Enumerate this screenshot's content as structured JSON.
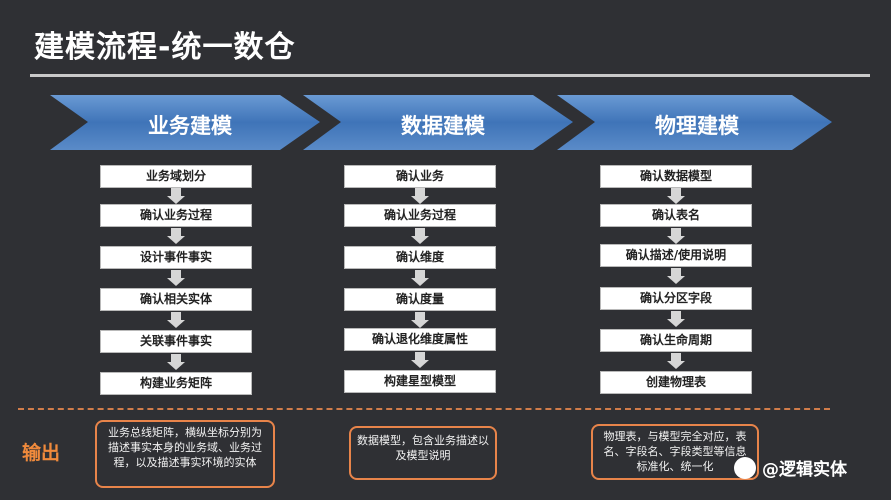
{
  "title": "建模流程-统一数仓",
  "columns": [
    {
      "header": "业务建模",
      "steps": [
        "业务域划分",
        "确认业务过程",
        "设计事件事实",
        "确认相关实体",
        "关联事件事实",
        "构建业务矩阵"
      ],
      "output": "业务总线矩阵，横纵坐标分别为描述事实本身的业务域、业务过程，以及描述事实环境的实体"
    },
    {
      "header": "数据建模",
      "steps": [
        "确认业务",
        "确认业务过程",
        "确认维度",
        "确认度量",
        "确认退化维度属性",
        "构建星型模型"
      ],
      "output": "数据模型，包含业务描述以及模型说明"
    },
    {
      "header": "物理建模",
      "steps": [
        "确认数据模型",
        "确认表名",
        "确认描述/使用说明",
        "确认分区字段",
        "确认生命周期",
        "创建物理表"
      ],
      "output": "物理表，与模型完全对应，表名、字段名、字段类型等信息标准化、统一化"
    }
  ],
  "output_label": "输出",
  "watermark": "@逻辑实体",
  "colors": {
    "background": "#2f3034",
    "chevron": "#4a7fc0",
    "accent": "#e8844a"
  }
}
